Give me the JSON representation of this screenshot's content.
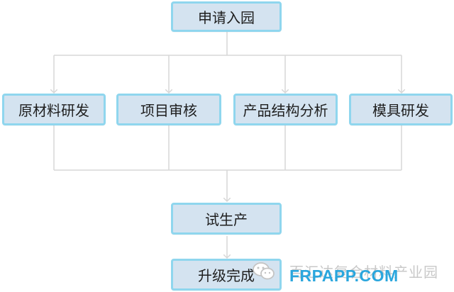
{
  "nodes": {
    "apply": "申请入园",
    "raw_materials": "原材料研发",
    "project_review": "项目审核",
    "product_structure": "产品结构分析",
    "mold": "模具研发",
    "trial": "试生产",
    "upgrade": "升级完成"
  },
  "watermark": {
    "text_cn": "百汇达复合材料产业园",
    "text_en": "FRPAPP.COM"
  },
  "colors": {
    "node_fill": "#d4e3f0",
    "node_border": "#8fd6ee",
    "connector": "#d7d7d7",
    "watermark_blue": "#2aa6dd"
  }
}
